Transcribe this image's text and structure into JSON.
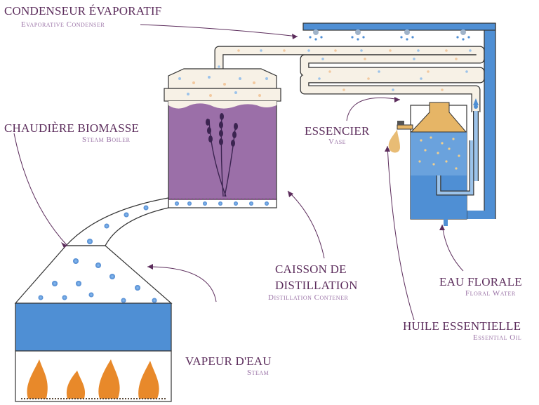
{
  "labels": {
    "condenser": {
      "fr": "CONDENSEUR ÉVAPORATIF",
      "en": "Evaporative Condenser"
    },
    "boiler": {
      "fr": "CHAUDIÈRE BIOMASSE",
      "en": "Steam Boiler"
    },
    "vase": {
      "fr": "ESSENCIER",
      "en": "Vase"
    },
    "distillation": {
      "fr_line1": "CAISSON DE",
      "fr_line2": "DISTILLATION",
      "en": "Distillation Contener"
    },
    "floral_water": {
      "fr": "EAU FLORALE",
      "en": "Floral Water"
    },
    "essential_oil": {
      "fr": "HUILE ESSENTIELLE",
      "en": "Essential Oil"
    },
    "steam": {
      "fr": "VAPEUR D'EAU",
      "en": "Steam"
    }
  },
  "colors": {
    "label_main": "#5c2d5c",
    "label_sub": "#9a72a6",
    "water_blue": "#4f8fd4",
    "vessel_purple": "#9b6fa8",
    "plant_cream": "#f7f1e6",
    "oil_gold": "#e6b566",
    "flame_orange": "#e8892a"
  }
}
